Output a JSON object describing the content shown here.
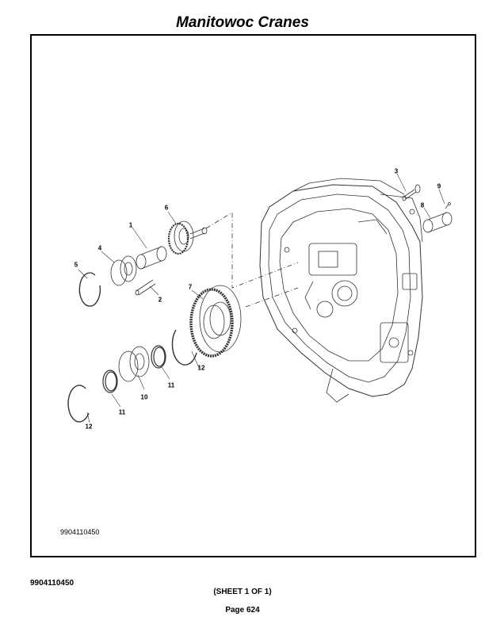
{
  "header": {
    "title": "Manitowoc Cranes"
  },
  "diagram": {
    "figure_id": "9904110450",
    "callouts": {
      "c1": "1",
      "c2": "2",
      "c3": "3",
      "c4": "4",
      "c5": "5",
      "c6": "6",
      "c7": "7",
      "c8": "8",
      "c9": "9",
      "c10": "10",
      "c11a": "11",
      "c11b": "11",
      "c12a": "12",
      "c12b": "12"
    }
  },
  "footer": {
    "doc_number": "9904110450",
    "sheet": "(SHEET 1 OF 1)",
    "page": "Page 624"
  }
}
